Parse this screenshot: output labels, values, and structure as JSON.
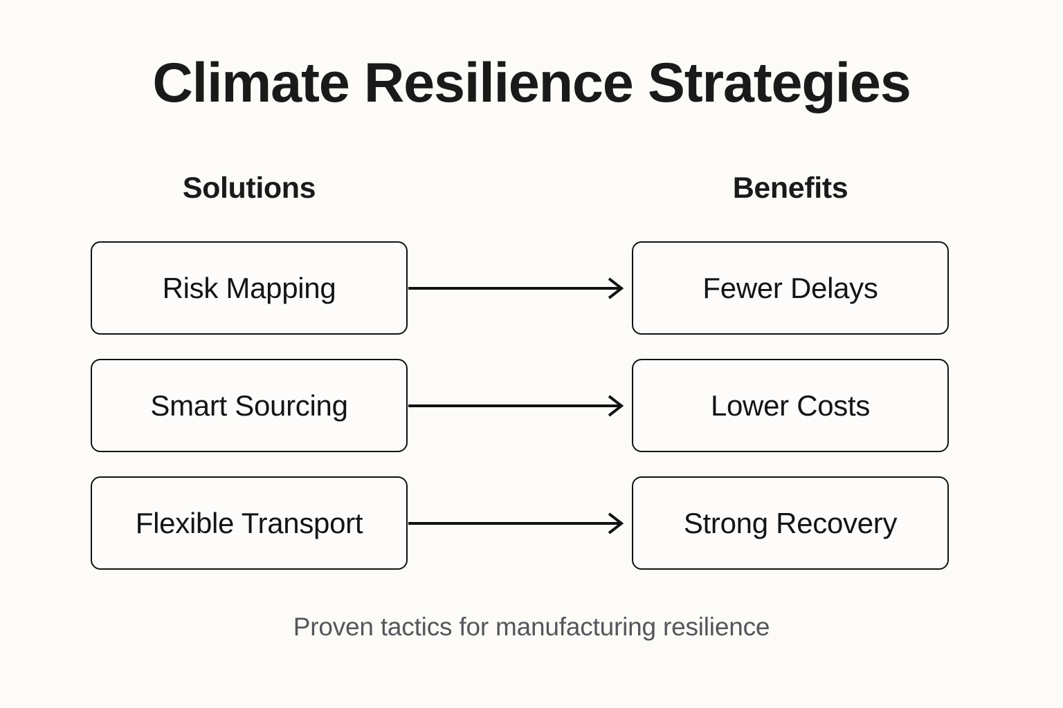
{
  "page": {
    "background_color": "#fcfbf8",
    "title": "Climate Resilience Strategies",
    "subtitle": "Proven tactics for manufacturing resilience"
  },
  "columns": {
    "left_header": "Solutions",
    "right_header": "Benefits"
  },
  "colors": {
    "title_text": "#1a1a1a",
    "node_text": "#141414",
    "node_border": "#111111",
    "node_fill": "#fdfcfa",
    "arrow": "#111111",
    "subtitle_text": "#55565a"
  },
  "rows": [
    {
      "solution": "Risk Mapping",
      "benefit": "Fewer Delays",
      "connector": "arrow-right-icon"
    },
    {
      "solution": "Smart Sourcing",
      "benefit": "Lower Costs",
      "connector": "arrow-right-icon"
    },
    {
      "solution": "Flexible Transport",
      "benefit": "Strong Recovery",
      "connector": "arrow-right-icon"
    }
  ]
}
